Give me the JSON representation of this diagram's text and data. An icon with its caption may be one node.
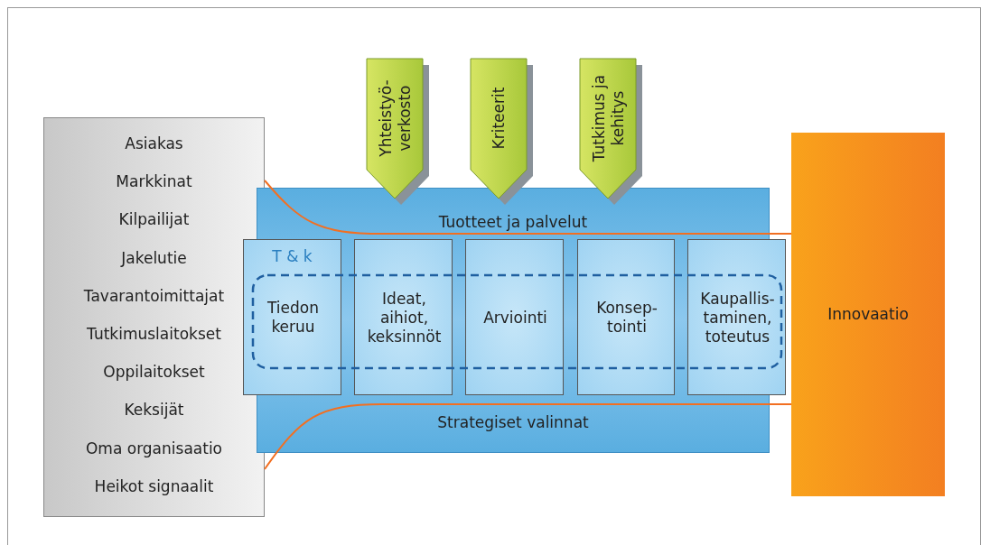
{
  "diagram": {
    "nodes": [
      {
        "text": [
          "Asiakas",
          "Markkinat",
          "Kilpailijat",
          "Jakelutie",
          "Tavarantoimittajat",
          "Tutkimuslaitokset",
          "Oppilaitokset",
          "Keksijät",
          "Oma organisaatio",
          "Heikot signaalit"
        ]
      },
      {
        "text": [
          "Tuotteet ja palvelut",
          "Strategiset valinnat"
        ]
      },
      {
        "text": [
          "T & k",
          "Tiedon keruu"
        ],
        "in": 1
      },
      {
        "text": [
          "Ideat, aihiot, keksinnöt"
        ],
        "in": 1
      },
      {
        "text": [
          "Arviointi"
        ],
        "in": 1
      },
      {
        "text": [
          "Konsep-tointi"
        ],
        "in": 1
      },
      {
        "text": [
          "Kaupallis-taminen, toteutus"
        ],
        "in": 1
      },
      {
        "text": [
          "Innovaatio"
        ]
      },
      {
        "text": [
          "Yhteistyö-verkosto"
        ]
      },
      {
        "text": [
          "Kriteerit"
        ]
      },
      {
        "text": [
          "Tutkimus ja kehitys"
        ]
      }
    ],
    "edges": [
      {
        "from": 0,
        "to": 7,
        "arrow": "none",
        "color": "#f26f21"
      },
      {
        "from": 0,
        "to": 7,
        "arrow": "none",
        "color": "#f26f21"
      }
    ]
  }
}
